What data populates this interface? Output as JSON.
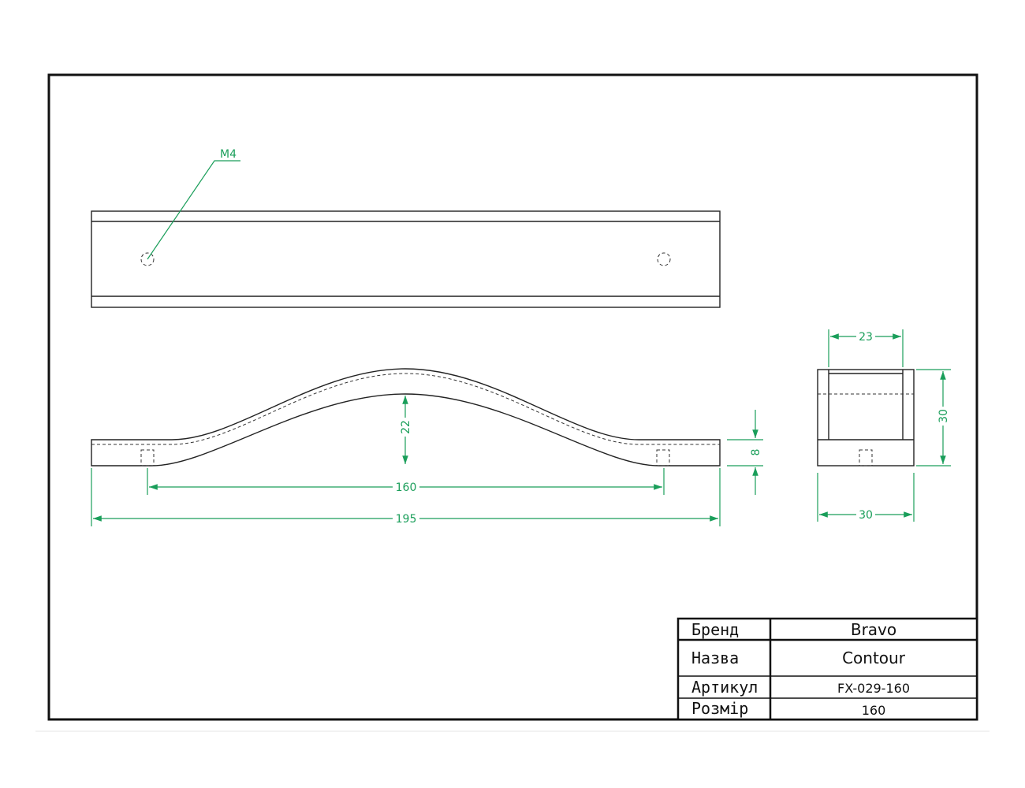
{
  "drawing": {
    "leader_label": "M4",
    "dimensions": {
      "total_length": "195",
      "hole_spacing": "160",
      "arch_height": "22",
      "end_thickness": "8",
      "side_inner_width": "23",
      "side_height": "30",
      "side_width": "30"
    }
  },
  "colors": {
    "dimension": "#1a9e5a",
    "outline": "#222222"
  },
  "title_block": {
    "rows": [
      {
        "label": "Бренд",
        "value": "Bravo"
      },
      {
        "label": "Назва",
        "value": "Contour"
      },
      {
        "label": "Артикул",
        "value": "FX-029-160"
      },
      {
        "label": "Розмір",
        "value": "160"
      }
    ]
  }
}
